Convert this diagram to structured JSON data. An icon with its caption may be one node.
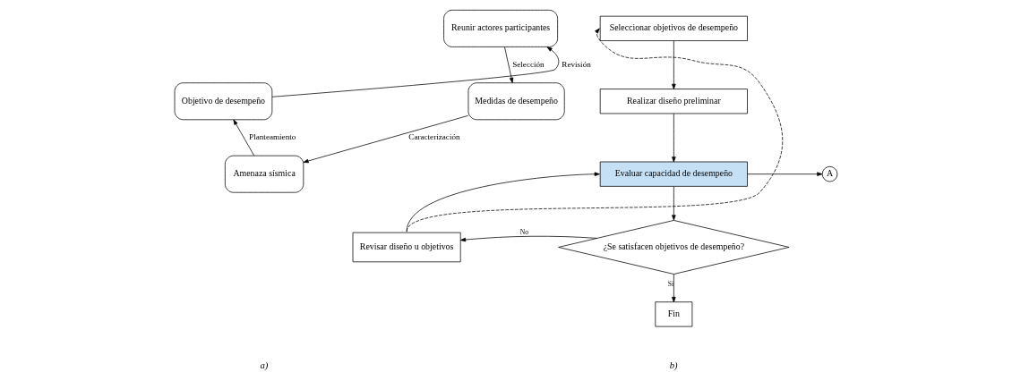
{
  "diagram": {
    "nodes": [
      {
        "text": [
          "Reunir actores participantes"
        ]
      },
      {
        "text": [
          "Medidas de desempeño"
        ]
      },
      {
        "text": [
          "Amenaza sísmica"
        ]
      },
      {
        "text": [
          "Objetivo de desempeño"
        ]
      },
      {
        "text": [
          "Seleccionar objetivos de desempeño"
        ]
      },
      {
        "text": [
          "Realizar diseño preliminar"
        ]
      },
      {
        "text": [
          "Evaluar capacidad de desempeño"
        ]
      },
      {
        "text": [
          "A"
        ]
      },
      {
        "text": [
          "¿Se satisfacen objetivos de desempeño?"
        ]
      },
      {
        "text": [
          "Revisar diseño u objetivos"
        ]
      },
      {
        "text": [
          "Fin"
        ]
      }
    ],
    "edges": [
      {
        "from": 0,
        "to": 1,
        "arrow": "to",
        "label": "Selección"
      },
      {
        "from": 1,
        "to": 2,
        "arrow": "to",
        "label": "Caracterización"
      },
      {
        "from": 2,
        "to": 3,
        "arrow": "to",
        "label": "Planteamiento"
      },
      {
        "from": 3,
        "to": 0,
        "arrow": "to",
        "label": "Revisión"
      },
      {
        "from": 4,
        "to": 5,
        "arrow": "to"
      },
      {
        "from": 5,
        "to": 6,
        "arrow": "to"
      },
      {
        "from": 6,
        "to": 7,
        "arrow": "to"
      },
      {
        "from": 6,
        "to": 8,
        "arrow": "to"
      },
      {
        "from": 8,
        "to": 9,
        "arrow": "to",
        "label": "No"
      },
      {
        "from": 8,
        "to": 10,
        "arrow": "to",
        "label": "Si"
      },
      {
        "from": 9,
        "to": 4,
        "arrow": "to",
        "style": "dashed"
      },
      {
        "from": 9,
        "to": 6,
        "arrow": "to"
      }
    ],
    "labels": [
      "a)",
      "b)"
    ]
  }
}
